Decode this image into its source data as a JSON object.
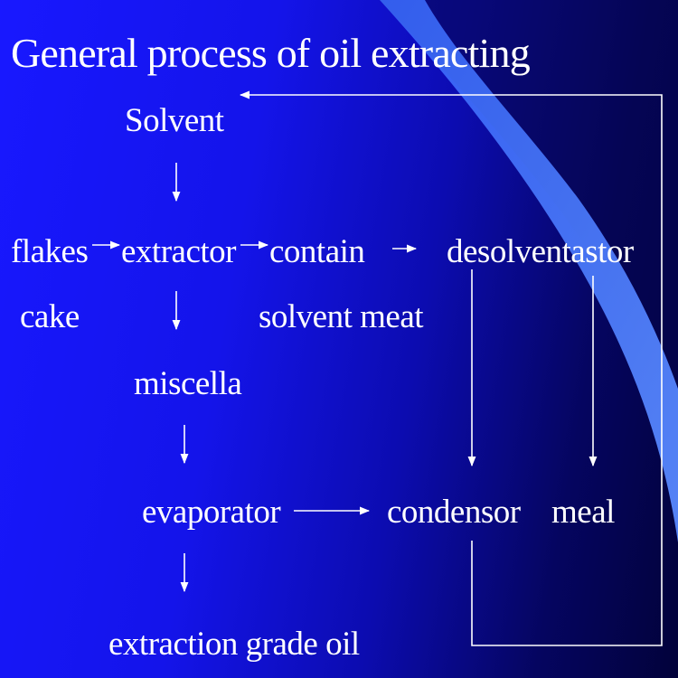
{
  "title": "General process of oil extracting",
  "nodes": {
    "solvent": "Solvent",
    "flakes": "flakes",
    "cake": "cake",
    "extractor": "extractor",
    "contain": "contain",
    "solvent_meat": "solvent meat",
    "desolventastor": "desolventastor",
    "miscella": "miscella",
    "evaporator": "evaporator",
    "condensor": "condensor",
    "meal": "meal",
    "extraction_grade_oil": "extraction grade oil"
  },
  "colors": {
    "background_left": "#1818ff",
    "background_right": "#02023a",
    "accent_swoosh": "#4a78ff",
    "text": "#ffffff"
  }
}
